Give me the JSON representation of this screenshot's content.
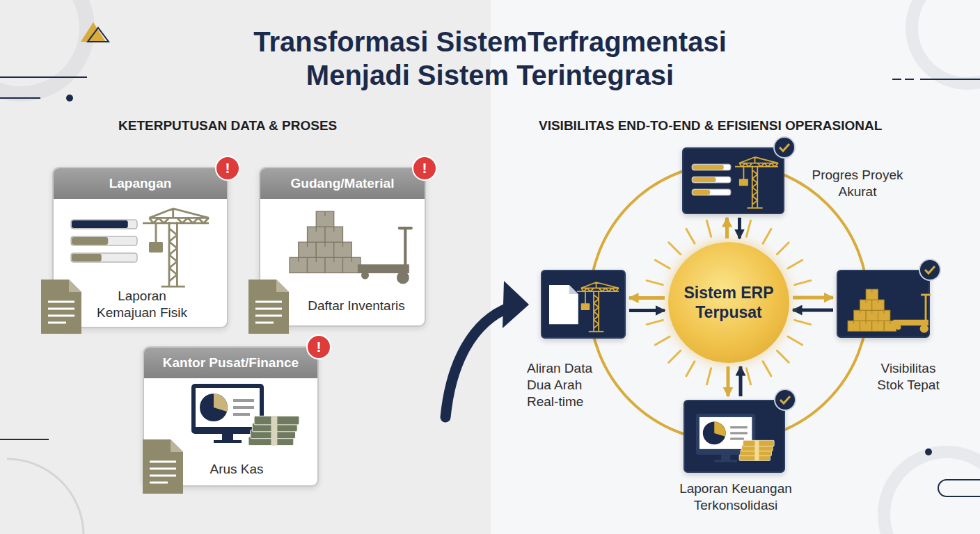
{
  "diagram": {
    "title": "Transformasi SistemTerfragmentasi Menjadi Sistem Terintegrasi",
    "nodes": [
      {
        "text": [
          "Lapangan",
          "Laporan Kemajuan Fisik"
        ]
      },
      {
        "text": [
          "Gudang/Material",
          "Daftar Inventaris"
        ]
      },
      {
        "text": [
          "Kantor Pusat/Finance",
          "Arus Kas"
        ]
      },
      {
        "text": [
          "Sistem ERP Terpusat"
        ]
      },
      {
        "text": [
          "Progres Proyek Akurat"
        ]
      },
      {
        "text": [
          "Visibilitas Stok Tepat"
        ]
      },
      {
        "text": [
          "Laporan Keuangan Terkonsolidasi"
        ]
      },
      {
        "text": [
          "Aliran Data Dua Arah Real-time"
        ]
      }
    ],
    "edges": [
      {
        "from": 3,
        "to": 4,
        "arrow": "both"
      },
      {
        "from": 3,
        "to": 5,
        "arrow": "both"
      },
      {
        "from": 3,
        "to": 6,
        "arrow": "both"
      },
      {
        "from": 3,
        "to": 7,
        "arrow": "both"
      }
    ],
    "labels": [
      "KETERPUTUSAN DATA & PROSES",
      "VISIBILITAS END-TO-END & EFISIENSI OPERASIONAL",
      "!",
      "!",
      "!"
    ]
  }
}
